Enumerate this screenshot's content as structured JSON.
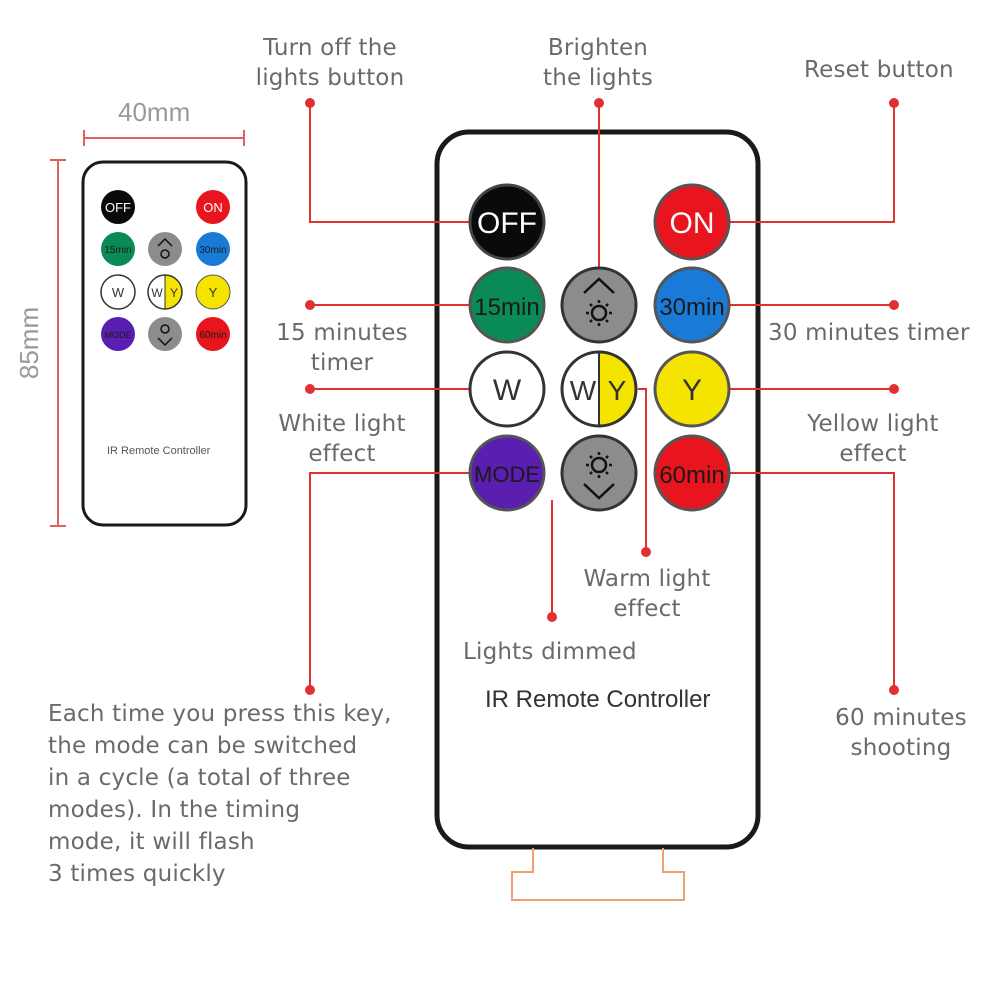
{
  "dimensions": {
    "width": "40mm",
    "height": "85mm"
  },
  "remote": {
    "title": "IR Remote Controller",
    "buttons": [
      {
        "id": "off",
        "label": "OFF",
        "color": "#0a0a0a",
        "text_color": "#ffffff"
      },
      {
        "id": "brighten",
        "icon": "brightness-up-icon",
        "color": "#8c8c8c"
      },
      {
        "id": "on",
        "label": "ON",
        "color": "#e8141e",
        "text_color": "#ffffff"
      },
      {
        "id": "15min",
        "label": "15min",
        "color": "#0a8a55",
        "text_color": "#1a1a1a"
      },
      {
        "id": "30min",
        "label": "30min",
        "color": "#1a7ad8",
        "text_color": "#1a1a1a"
      },
      {
        "id": "w",
        "label": "W",
        "color": "#ffffff",
        "text_color": "#333333"
      },
      {
        "id": "wy",
        "label_left": "W",
        "label_right": "Y",
        "color_left": "#ffffff",
        "color_right": "#f5e400"
      },
      {
        "id": "y",
        "label": "Y",
        "color": "#f5e400",
        "text_color": "#333333"
      },
      {
        "id": "mode",
        "label": "MODE",
        "color": "#5a1eb0",
        "text_color": "#1a1a1a"
      },
      {
        "id": "dim",
        "icon": "brightness-down-icon",
        "color": "#8c8c8c"
      },
      {
        "id": "60min",
        "label": "60min",
        "color": "#e8141e",
        "text_color": "#1a1a1a"
      }
    ]
  },
  "labels": {
    "turn_off": "Turn off the\nlights button",
    "brighten": "Brighten\nthe lights",
    "reset": "Reset button",
    "timer_15": "15 minutes\ntimer",
    "timer_30": "30 minutes timer",
    "white": "White light\neffect",
    "yellow": "Yellow light\neffect",
    "warm": "Warm light\neffect",
    "dimmed": "Lights dimmed",
    "mode_desc": "Each time you press this key,\nthe mode can be switched\nin a cycle (a total of three\nmodes). In the timing\nmode, it will flash\n3 times quickly",
    "timer_60": "60 minutes\nshooting"
  },
  "colors": {
    "leader_line": "#e03030",
    "dimension_line": "#e06060",
    "label_text": "#6a6a6a"
  }
}
